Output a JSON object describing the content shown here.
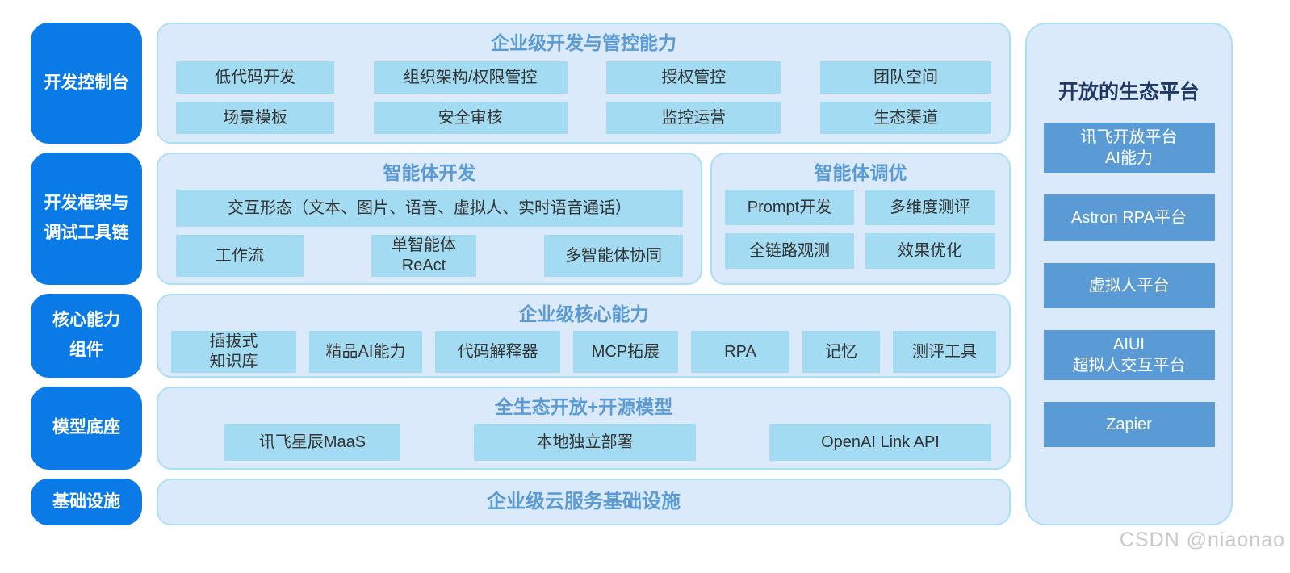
{
  "colors": {
    "sidebar_blue": "#0A7BE6",
    "panel_bg": "#DBEAFB",
    "panel_border": "#ACDFF6",
    "box_bg": "#A3DBF2",
    "title_blue": "#5B9BD5",
    "navy_title": "#1F3864",
    "eco_box_blue": "#5B9BD5",
    "box_text": "#333333",
    "watermark_gray": "#C9C9C9"
  },
  "sidebar": {
    "items": [
      {
        "label": "开发控制台"
      },
      {
        "label": "开发框架与\n调试工具链"
      },
      {
        "label": "核心能力\n组件"
      },
      {
        "label": "模型底座"
      },
      {
        "label": "基础设施"
      }
    ]
  },
  "panels": {
    "enterprise_governance": {
      "title": "企业级开发与管控能力",
      "row1": [
        "低代码开发",
        "组织架构/权限管控",
        "授权管控",
        "团队空间"
      ],
      "row2": [
        "场景模板",
        "安全审核",
        "监控运营",
        "生态渠道"
      ]
    },
    "agent_development": {
      "title": "智能体开发",
      "interaction_box": "交互形态（文本、图片、语音、虚拟人、实时语音通话）",
      "row": [
        "工作流",
        "单智能体\nReAct",
        "多智能体协同"
      ]
    },
    "agent_tuning": {
      "title": "智能体调优",
      "boxes": [
        "Prompt开发",
        "多维度测评",
        "全链路观测",
        "效果优化"
      ]
    },
    "core_capabilities": {
      "title": "企业级核心能力",
      "boxes": [
        "插拔式\n知识库",
        "精品AI能力",
        "代码解释器",
        "MCP拓展",
        "RPA",
        "记忆",
        "测评工具"
      ]
    },
    "open_models": {
      "title": "全生态开放+开源模型",
      "boxes": [
        "讯飞星辰MaaS",
        "本地独立部署",
        "OpenAI Link API"
      ]
    },
    "cloud_infrastructure": {
      "title": "企业级云服务基础设施"
    },
    "eco_platform": {
      "title": "开放的生态平台",
      "boxes": [
        "讯飞开放平台\nAI能力",
        "Astron RPA平台",
        "虚拟人平台",
        "AIUI\n超拟人交互平台",
        "Zapier"
      ]
    }
  },
  "watermark": "CSDN @niaonao"
}
